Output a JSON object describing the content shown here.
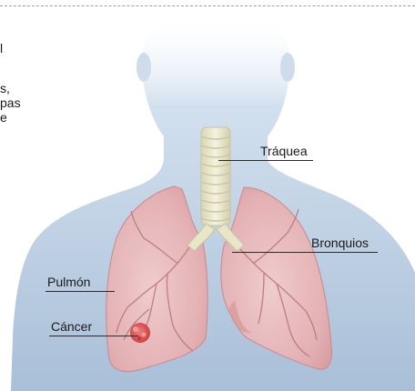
{
  "side_text": {
    "line1": "l",
    "line2": "s,",
    "line3": "pas",
    "line4": "e"
  },
  "labels": {
    "trachea": "Tráquea",
    "bronchi": "Bronquios",
    "lung": "Pulmón",
    "cancer": "Cáncer"
  },
  "colors": {
    "body": "#b4c9e0",
    "lung_fill": "#e8b7b8",
    "lung_edge": "#cc8d90",
    "trachea": "#e9e6c8",
    "tumor": "#d94a4a"
  }
}
